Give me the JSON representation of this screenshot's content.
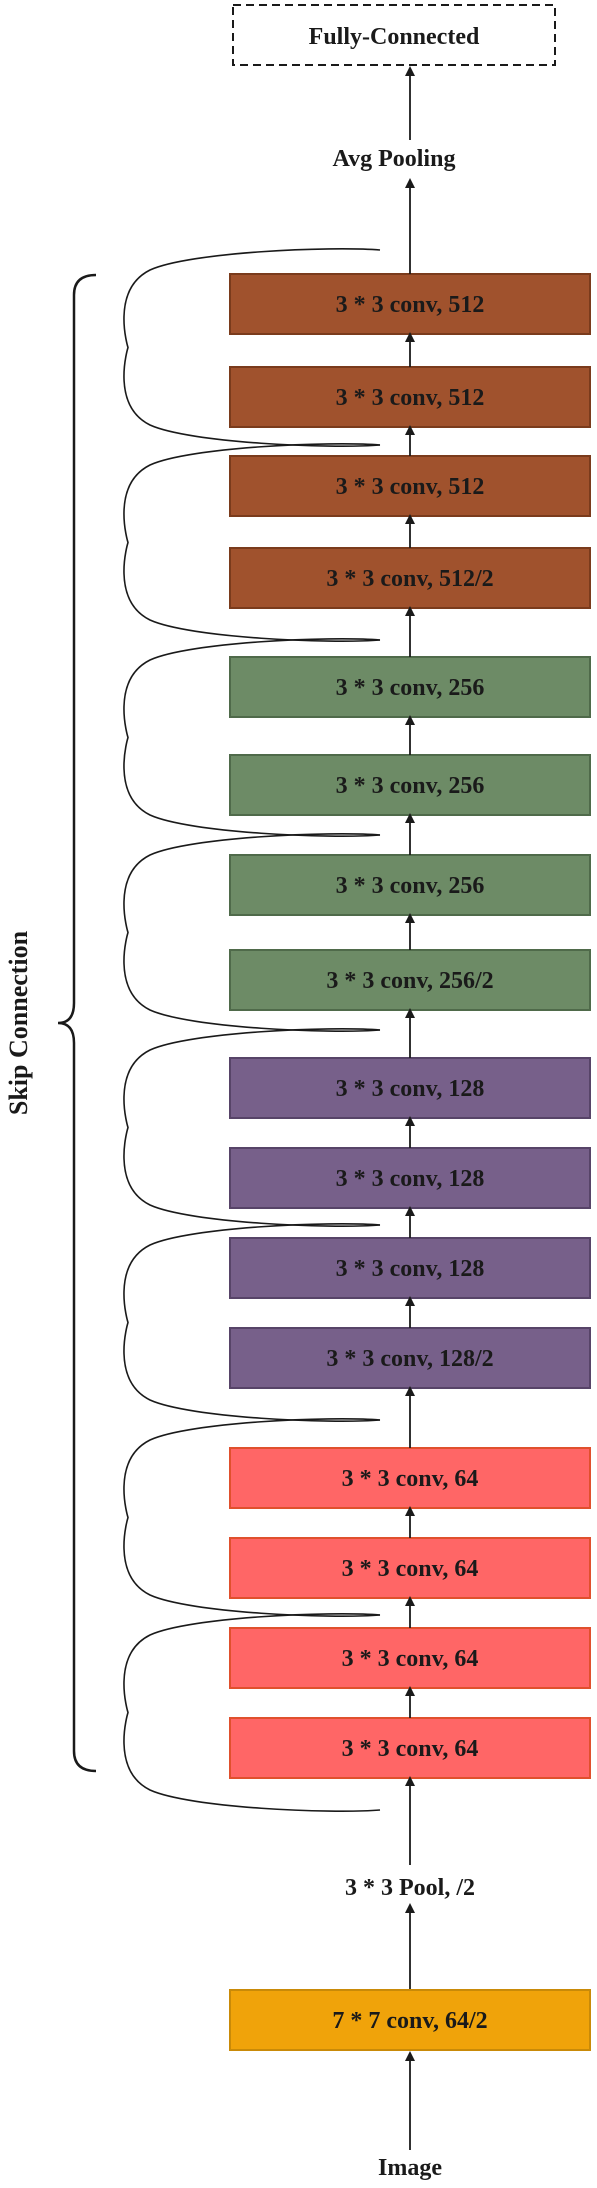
{
  "diagram": {
    "output_label": "Fully-Connected",
    "avg_pool_label": "Avg Pooling",
    "skip_label": "Skip Connection",
    "pool_label": "3 * 3 Pool, /2",
    "stem_label": "7 * 7 conv, 64/2",
    "input_label": "Image",
    "layers": [
      {
        "label": "3 * 3 conv, 512",
        "group": "c512"
      },
      {
        "label": "3 * 3 conv, 512",
        "group": "c512"
      },
      {
        "label": "3 * 3 conv, 512",
        "group": "c512"
      },
      {
        "label": "3 * 3 conv, 512/2",
        "group": "c512"
      },
      {
        "label": "3 * 3 conv, 256",
        "group": "c256"
      },
      {
        "label": "3 * 3 conv, 256",
        "group": "c256"
      },
      {
        "label": "3 * 3 conv, 256",
        "group": "c256"
      },
      {
        "label": "3 * 3 conv, 256/2",
        "group": "c256"
      },
      {
        "label": "3 * 3 conv, 128",
        "group": "c128"
      },
      {
        "label": "3 * 3 conv, 128",
        "group": "c128"
      },
      {
        "label": "3 * 3 conv, 128",
        "group": "c128"
      },
      {
        "label": "3 * 3 conv, 128/2",
        "group": "c128"
      },
      {
        "label": "3 * 3 conv, 64",
        "group": "c64"
      },
      {
        "label": "3 * 3 conv, 64",
        "group": "c64"
      },
      {
        "label": "3 * 3 conv, 64",
        "group": "c64"
      },
      {
        "label": "3 * 3 conv, 64",
        "group": "c64"
      }
    ]
  },
  "colors": {
    "c512": {
      "fill": "#a0522d",
      "stroke": "#7a3b1c"
    },
    "c256": {
      "fill": "#6d8b66",
      "stroke": "#4f6a4a"
    },
    "c128": {
      "fill": "#77608a",
      "stroke": "#574468"
    },
    "c64": {
      "fill": "#ff6666",
      "stroke": "#e0502d"
    },
    "stem": {
      "fill": "#f0a30a",
      "stroke": "#c98a08"
    }
  }
}
